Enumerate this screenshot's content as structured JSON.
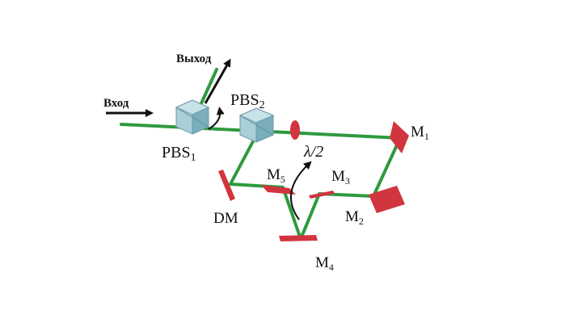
{
  "diagram": {
    "labels": {
      "input": "Вход",
      "output": "Выход",
      "pbs1_main": "PBS",
      "pbs1_sub": "1",
      "pbs2_main": "PBS",
      "pbs2_sub": "2",
      "waveplate": "λ/2",
      "m1_main": "M",
      "m1_sub": "1",
      "m2_main": "M",
      "m2_sub": "2",
      "m3_main": "M",
      "m3_sub": "3",
      "m4_main": "M",
      "m4_sub": "4",
      "m5_main": "M",
      "m5_sub": "5",
      "dm": "DM"
    },
    "colors": {
      "beam": "#2e9a3e",
      "mirror": "#d1353d",
      "cube": "#8fbcc8",
      "arrow": "#111111"
    }
  }
}
